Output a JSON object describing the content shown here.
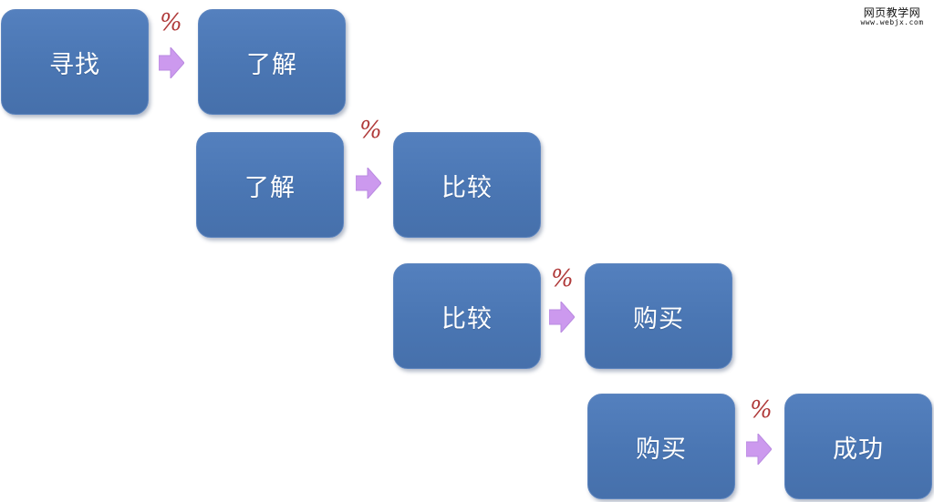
{
  "watermark": {
    "title": "网页教学网",
    "url": "www.webjx.com"
  },
  "colors": {
    "box": "#4a76b3",
    "arrow": "#cc99ee",
    "percent": "#b03a3a",
    "text": "#ffffff"
  },
  "rows": [
    {
      "from": "寻找",
      "percent_label": "%",
      "to": "了解"
    },
    {
      "from": "了解",
      "percent_label": "%",
      "to": "比较"
    },
    {
      "from": "比较",
      "percent_label": "%",
      "to": "购买"
    },
    {
      "from": "购买",
      "percent_label": "%",
      "to": "成功"
    }
  ]
}
